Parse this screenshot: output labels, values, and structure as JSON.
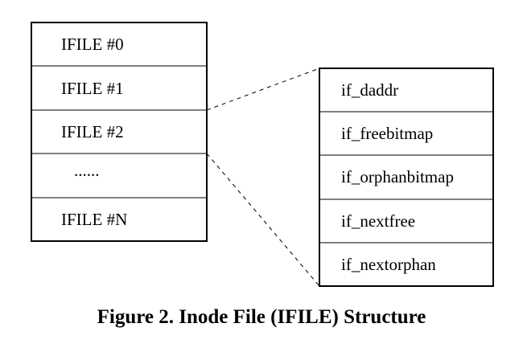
{
  "ifile_table": {
    "rows": [
      {
        "label": "IFILE #0"
      },
      {
        "label": "IFILE #1"
      },
      {
        "label": "IFILE #2"
      },
      {
        "label": "......"
      },
      {
        "label": "IFILE #N"
      }
    ]
  },
  "entry_fields": {
    "rows": [
      {
        "label": "if_daddr"
      },
      {
        "label": "if_freebitmap"
      },
      {
        "label": "if_orphanbitmap"
      },
      {
        "label": "if_nextfree"
      },
      {
        "label": "if_nextorphan"
      }
    ]
  },
  "caption": "Figure 2. Inode File (IFILE) Structure"
}
